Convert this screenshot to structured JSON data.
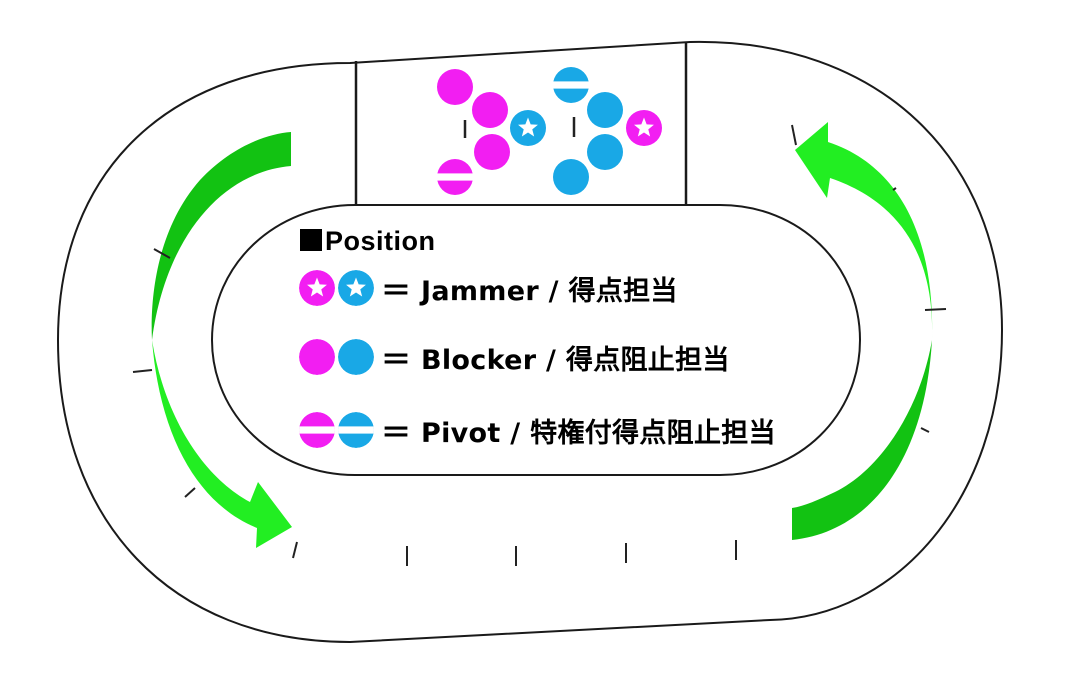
{
  "diagram": {
    "title": "Roller derby track — team positions",
    "colors": {
      "team_a": "#f21ef2",
      "team_b": "#19a8e6",
      "arrow_light": "#22ee22",
      "arrow_dark": "#12c212",
      "line": "#1a1a1a",
      "background": "#ffffff"
    },
    "pack": {
      "team_a_players": [
        {
          "role": "blocker"
        },
        {
          "role": "blocker"
        },
        {
          "role": "blocker"
        },
        {
          "role": "pivot"
        },
        {
          "role": "jammer"
        }
      ],
      "team_b_players": [
        {
          "role": "pivot"
        },
        {
          "role": "blocker"
        },
        {
          "role": "blocker"
        },
        {
          "role": "blocker"
        },
        {
          "role": "jammer"
        }
      ]
    },
    "direction": "counter-clockwise",
    "legend": {
      "heading_marker": "■",
      "heading": "Position",
      "equals": "＝",
      "rows": [
        {
          "role": "jammer",
          "icon": "star-chip-icon",
          "label": "Jammer / 得点担当"
        },
        {
          "role": "blocker",
          "icon": "solid-chip-icon",
          "label": "Blocker / 得点阻止担当"
        },
        {
          "role": "pivot",
          "icon": "striped-chip-icon",
          "label": "Pivot / 特権付得点阻止担当"
        }
      ]
    }
  }
}
